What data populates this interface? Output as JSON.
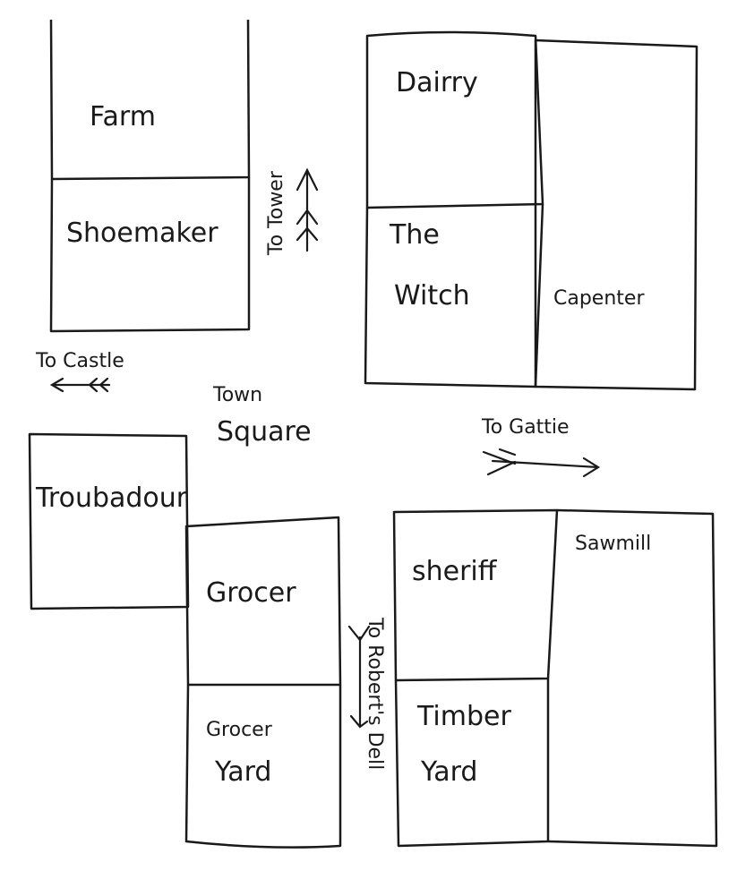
{
  "title": "Town map sketch",
  "buildings": {
    "farm": "Farm",
    "shoemaker": "Shoemaker",
    "dairy": "Dairry",
    "witch_line1": "The",
    "witch_line2": "Witch",
    "carpenter": "Capenter",
    "troubadour": "Troubadour",
    "grocer": "Grocer",
    "grocer_yard_line1": "Grocer",
    "grocer_yard_line2": "Yard",
    "sheriff": "sheriff",
    "sawmill": "Sawmill",
    "timber_yard_line1": "Timber",
    "timber_yard_line2": "Yard"
  },
  "landmarks": {
    "square_line1": "Town",
    "square_line2": "Square"
  },
  "directions": {
    "tower": "To Tower",
    "castle": "To Castle",
    "gattie": "To Gattie",
    "dell": "To Robert's Dell"
  }
}
